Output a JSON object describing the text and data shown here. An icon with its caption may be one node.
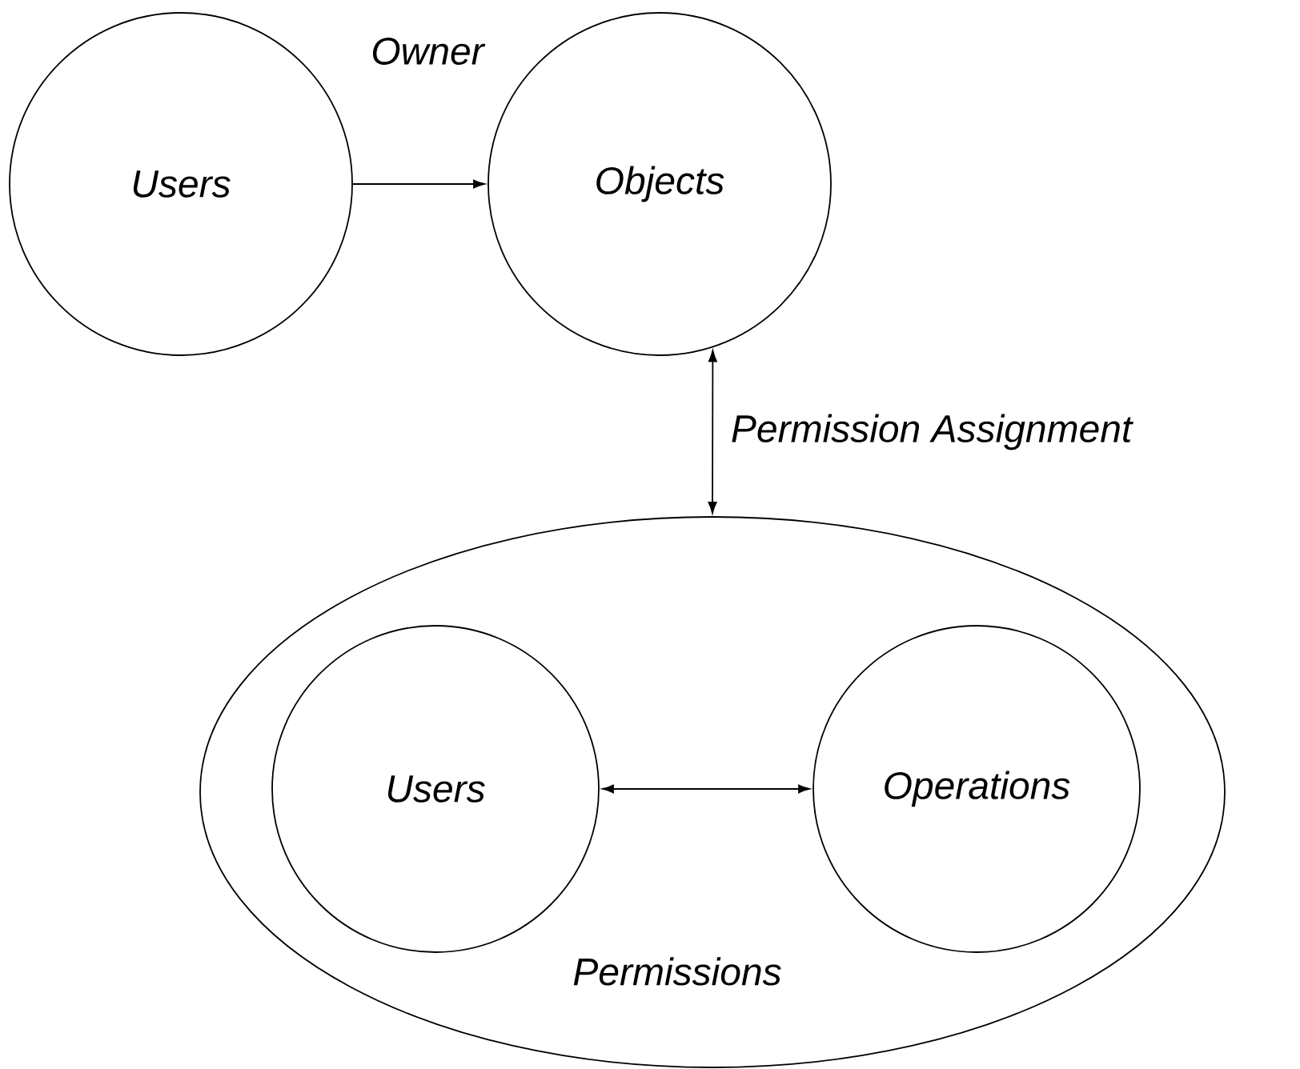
{
  "diagram": {
    "nodes": [
      {
        "text": [
          "Users"
        ]
      },
      {
        "text": [
          "Objects"
        ]
      },
      {
        "text": [
          "Permissions"
        ]
      },
      {
        "text": [
          "Users"
        ],
        "in": 2
      },
      {
        "text": [
          "Operations"
        ],
        "in": 2
      }
    ],
    "edges": [
      {
        "from": 0,
        "to": 1,
        "arrow": "to",
        "label": "Owner"
      },
      {
        "from": 1,
        "to": 2,
        "arrow": "both",
        "label": "Permission Assignment"
      },
      {
        "from": 3,
        "to": 4,
        "arrow": "both"
      }
    ]
  }
}
